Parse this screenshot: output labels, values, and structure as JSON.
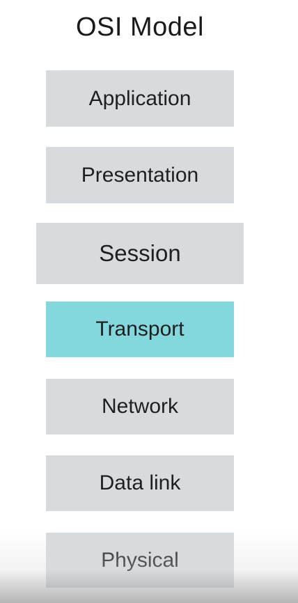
{
  "diagram": {
    "title": "OSI Model",
    "layers": [
      {
        "label": "Application"
      },
      {
        "label": "Presentation"
      },
      {
        "label": "Session"
      },
      {
        "label": "Transport"
      },
      {
        "label": "Network"
      },
      {
        "label": "Data link"
      },
      {
        "label": "Physical"
      }
    ],
    "colors": {
      "layer_fill": "#d7dbdd",
      "highlight_fill": "#84d8dd",
      "text": "#1f1f1f"
    },
    "highlighted_layer": "Transport"
  }
}
